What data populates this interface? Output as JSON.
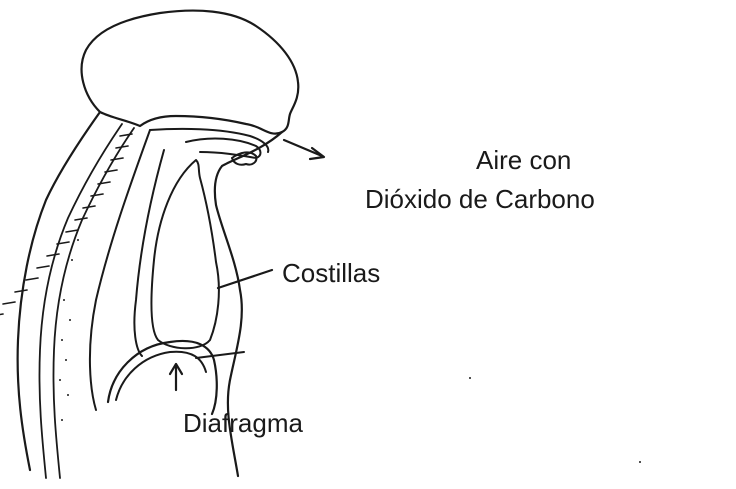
{
  "diagram": {
    "labels": {
      "air_line1": "Aire con",
      "air_line2": "Dióxido de Carbono",
      "ribs": "Costillas",
      "diaphragm": "Diafragma"
    },
    "colors": {
      "ink": "#1a1a1a",
      "background": "#ffffff"
    }
  }
}
